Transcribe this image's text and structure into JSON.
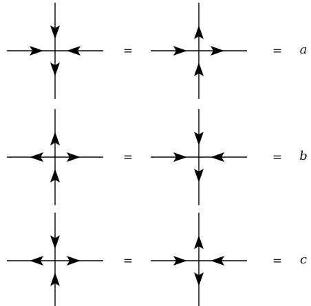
{
  "figure": {
    "equals_sign": "=",
    "rows": [
      {
        "weight": "a",
        "configurations": [
          {
            "left": "in",
            "right": "in",
            "top": "in",
            "bottom": "out"
          },
          {
            "left": "in",
            "right": "out",
            "top": "out",
            "bottom": "in"
          }
        ]
      },
      {
        "weight": "b",
        "configurations": [
          {
            "left": "out",
            "right": "out",
            "top": "out",
            "bottom": "in"
          },
          {
            "left": "in",
            "right": "in",
            "top": "in",
            "bottom": "out"
          }
        ]
      },
      {
        "weight": "c",
        "configurations": [
          {
            "left": "out",
            "right": "out",
            "top": "in",
            "bottom": "in"
          },
          {
            "left": "in",
            "right": "in",
            "top": "out",
            "bottom": "out"
          }
        ]
      }
    ]
  }
}
